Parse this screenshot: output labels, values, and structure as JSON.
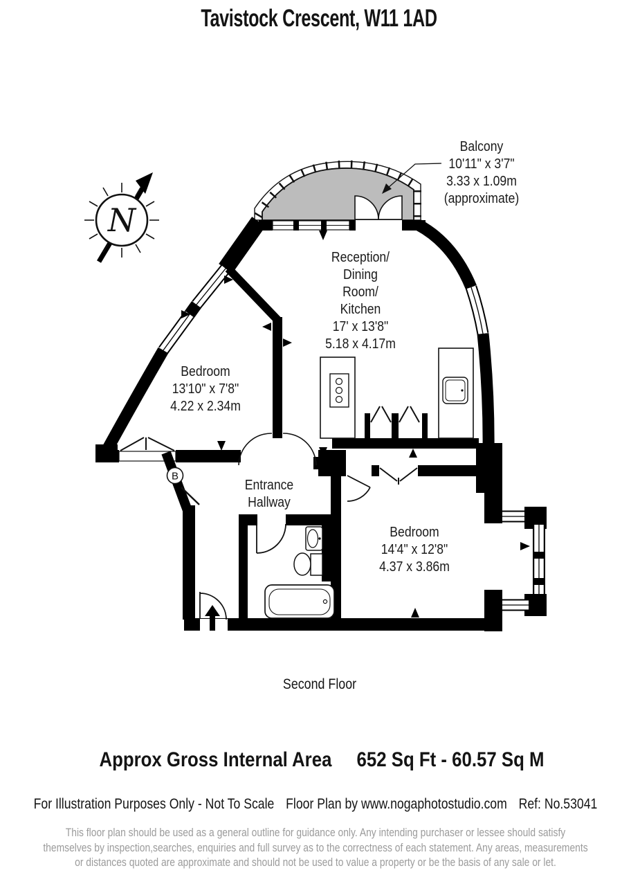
{
  "title": "Tavistock Crescent, W11 1AD",
  "compass": {
    "label": "N"
  },
  "rooms": {
    "balcony": {
      "name": "Balcony",
      "dim_imperial": "10'11\" x 3'7\"",
      "dim_metric": "3.33 x 1.09m",
      "note": "(approximate)"
    },
    "reception": {
      "name_line1": "Reception/",
      "name_line2": "Dining",
      "name_line3": "Room/",
      "name_line4": "Kitchen",
      "dim_imperial": "17' x 13'8\"",
      "dim_metric": "5.18 x 4.17m"
    },
    "bedroom1": {
      "name": "Bedroom",
      "dim_imperial": "13'10\" x 7'8\"",
      "dim_metric": "4.22 x 2.34m"
    },
    "bedroom2": {
      "name": "Bedroom",
      "dim_imperial": "14'4\" x 12'8\"",
      "dim_metric": "4.37 x 3.86m"
    },
    "hallway": {
      "name_line1": "Entrance",
      "name_line2": "Hallway"
    },
    "boiler_label": "B"
  },
  "floor_label": "Second Floor",
  "area": {
    "label": "Approx Gross Internal Area",
    "value": "652 Sq Ft  -  60.57 Sq M"
  },
  "footer": {
    "line1": "For Illustration Purposes Only - Not To Scale",
    "line2": "Floor Plan by www.nogaphotostudio.com",
    "line3": "Ref: No.53041",
    "disclaimer_line1": "This floor plan should be used as a general outline for guidance only. Any intending purchaser or lessee should satisfy",
    "disclaimer_line2": "themselves by inspection,searches, enquiries and full survey as to the correctness of each statement. Any areas, measurements",
    "disclaimer_line3": "or distances quoted are approximate and should not be used to value a property or be the basis of any sale or let."
  },
  "colors": {
    "wall": "#000000",
    "balcony_fill": "#bcbcbc",
    "disclaimer_text": "#9b9b9b"
  }
}
